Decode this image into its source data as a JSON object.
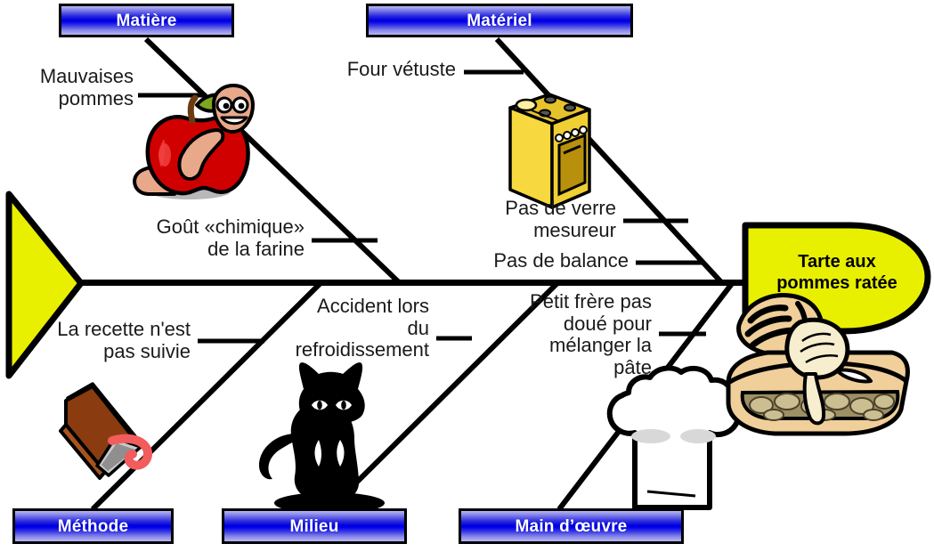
{
  "diagram": {
    "type": "ishikawa-fishbone",
    "title_effect": "Tarte aux\npommes ratée",
    "colors": {
      "head_fill": "#e8f000",
      "tail_fill": "#e8f000",
      "box_blue": "#0000ee",
      "box_border": "#000000",
      "bone": "#000000",
      "text": "#1a1a1a"
    }
  },
  "categories": [
    {
      "id": "matiere",
      "label": "Matière"
    },
    {
      "id": "materiel",
      "label": "Matériel"
    },
    {
      "id": "methode",
      "label": "Méthode"
    },
    {
      "id": "milieu",
      "label": "Milieu"
    },
    {
      "id": "main-oeuvre",
      "label": "Main d’œuvre"
    }
  ],
  "causes": {
    "matiere": [
      {
        "id": "mauvaises-pommes",
        "text": "Mauvaises\npommes"
      },
      {
        "id": "gout-chimique",
        "text": "Goût «chimique»\nde la farine"
      }
    ],
    "materiel": [
      {
        "id": "four-vetuste",
        "text": "Four vétuste"
      },
      {
        "id": "verre-mesureur",
        "text": "Pas de verre\nmesureur"
      },
      {
        "id": "pas-balance",
        "text": "Pas de balance"
      }
    ],
    "methode": [
      {
        "id": "recette-non-suivie",
        "text": "La recette n'est\npas suivie"
      }
    ],
    "milieu": [
      {
        "id": "accident-refroidissement",
        "text": "Accident lors\ndu\nrefroidissement"
      }
    ],
    "main-oeuvre": [
      {
        "id": "petit-frere",
        "text": "Petit frère pas\ndoué pour\nmélanger la\npâte"
      }
    ]
  },
  "illustrations": [
    {
      "id": "apple-worm-illustration",
      "name": "apple-with-worm"
    },
    {
      "id": "oven-illustration",
      "name": "yellow-oven"
    },
    {
      "id": "recipe-book-illustration",
      "name": "brown-book-with-bookmark"
    },
    {
      "id": "black-cat-illustration",
      "name": "black-cat-silhouette"
    },
    {
      "id": "chef-hat-illustration",
      "name": "white-chef-hat"
    },
    {
      "id": "apple-pie-illustration",
      "name": "apple-pie-slice-with-ice-cream"
    }
  ]
}
